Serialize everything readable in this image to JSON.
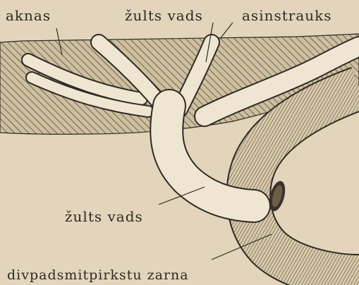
{
  "labels": {
    "liver": "aknas",
    "bile_duct_top": "žults vads",
    "blood_vessel": "asinstrauks",
    "bile_duct_bottom": "žults vads",
    "duodenum": "divpadsmitpirkstu zarna"
  },
  "colors": {
    "paper": "#e2d5bb",
    "ink": "#2e2a24",
    "liver_fill": "#cdbf9f",
    "duct_fill": "#efe6d2"
  }
}
